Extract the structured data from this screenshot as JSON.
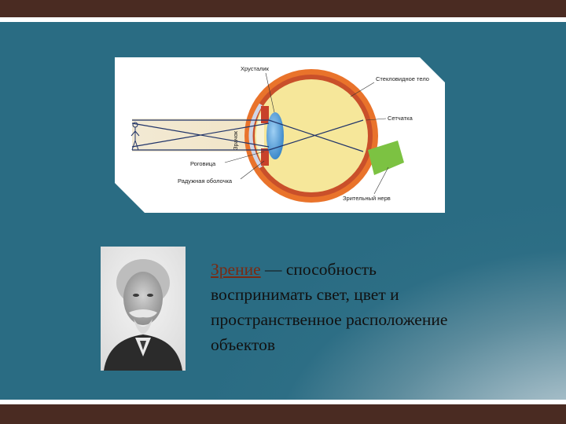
{
  "diagram": {
    "labels": {
      "lens": "Хрусталик",
      "vitreous": "Стекловидное тело",
      "retina": "Сетчатка",
      "pupil": "Зрачок",
      "cornea": "Роговица",
      "iris": "Радужная оболочка",
      "optic_nerve": "Зрительный нерв"
    },
    "colors": {
      "eyeball": "#f6e79a",
      "sclera": "#e9732b",
      "lens": "#3f92d4",
      "optic_nerve": "#7cc242",
      "rays": "#22356a"
    }
  },
  "definition": {
    "term": "Зрение",
    "rest": " — способность воспринимать свет, цвет и пространственное расположение объектов"
  },
  "portrait": {
    "description_icon": "portrait-photo"
  },
  "theme": {
    "bar": "#4a2b22",
    "panel": "#2a6c83"
  }
}
